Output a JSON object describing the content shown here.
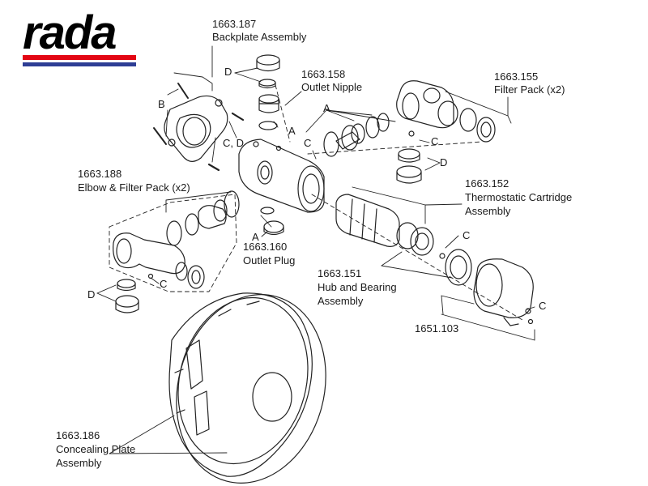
{
  "logo": {
    "text": "rada",
    "colors": {
      "red": "#e30613",
      "blue": "#2e3e95"
    }
  },
  "labels": {
    "backplate_code": "1663.187",
    "backplate_name": "Backplate Assembly",
    "outlet_nipple_code": "1663.158",
    "outlet_nipple_name": "Outlet Nipple",
    "filter_pack_code": "1663.155",
    "filter_pack_name": "Filter Pack (x2)",
    "elbow_code": "1663.188",
    "elbow_name": "Elbow & Filter Pack (x2)",
    "cartridge_code": "1663.152",
    "cartridge_name_1": "Thermostatic Cartridge",
    "cartridge_name_2": "Assembly",
    "outlet_plug_code": "1663.160",
    "outlet_plug_name": "Outlet Plug",
    "hub_code": "1663.151",
    "hub_name_1": "Hub and Bearing",
    "hub_name_2": "Assembly",
    "knob_code": "1651.103",
    "plate_code": "1663.186",
    "plate_name_1": "Concealing Plate",
    "plate_name_2": "Assembly"
  },
  "callouts": {
    "a": "A",
    "b": "B",
    "c": "C",
    "d": "D",
    "cd": "C, D"
  },
  "line_color": "#222222"
}
